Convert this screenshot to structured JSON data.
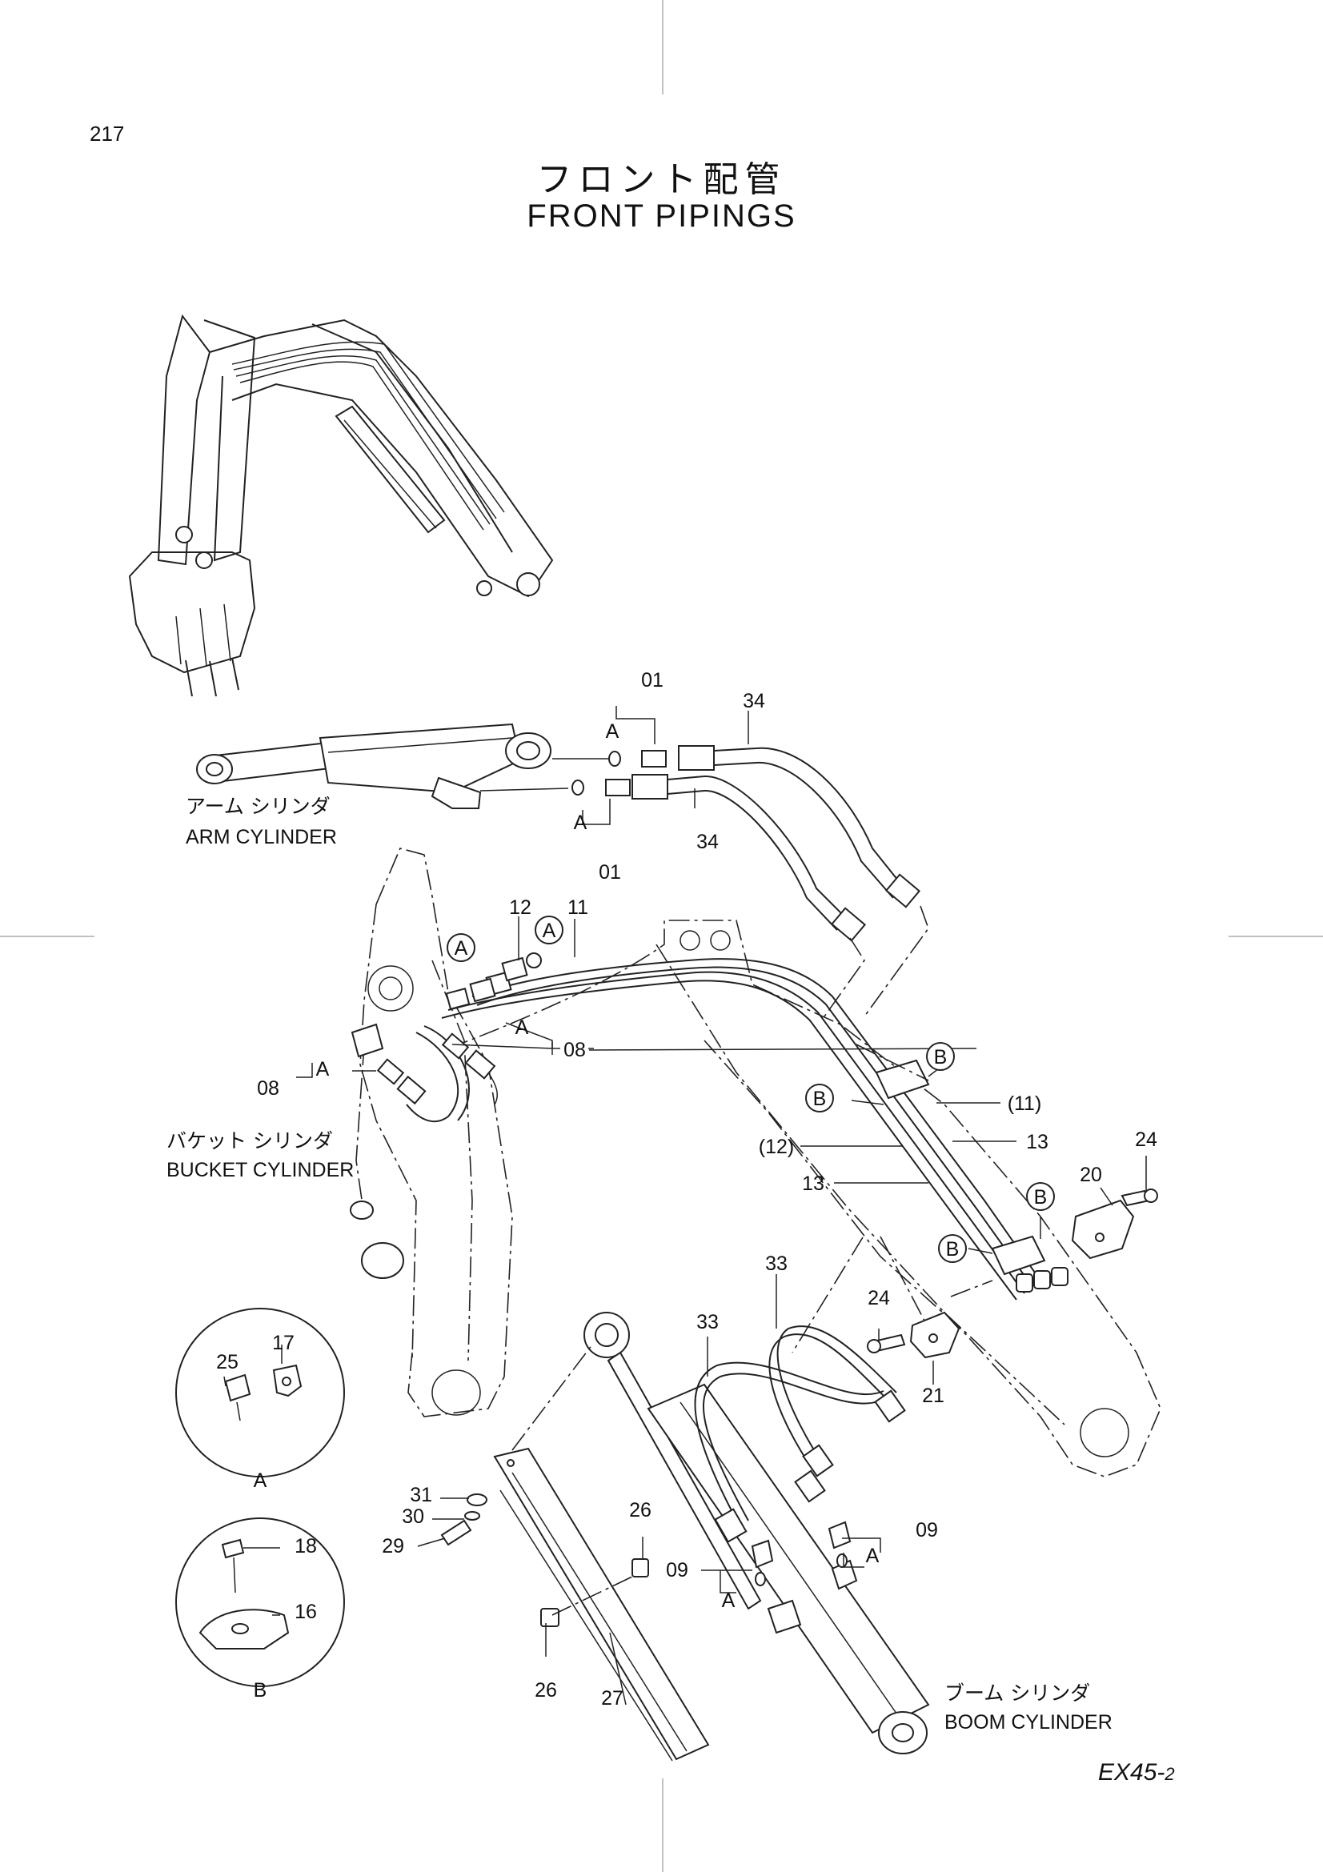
{
  "page": {
    "number": "217",
    "title_jp": "フロント配管",
    "title_en": "FRONT PIPINGS",
    "model_code_main": "EX45-",
    "model_code_sub": "2"
  },
  "cylinders": {
    "arm_jp": "アーム シリンダ",
    "arm_en": "ARM CYLINDER",
    "bucket_jp": "バケット シリンダ",
    "bucket_en": "BUCKET CYLINDER",
    "boom_jp": "ブーム シリンダ",
    "boom_en": "BOOM CYLINDER"
  },
  "detail_labels": {
    "a": "A",
    "b": "B"
  },
  "part_numbers": {
    "p01": "01",
    "p08": "08",
    "p09": "09",
    "p11": "11",
    "p12": "12",
    "p13": "13",
    "p11_ref": "(11)",
    "p12_ref": "(12)",
    "p16": "16",
    "p17": "17",
    "p18": "18",
    "p20": "20",
    "p21": "21",
    "p24": "24",
    "p25": "25",
    "p26": "26",
    "p27": "27",
    "p29": "29",
    "p30": "30",
    "p31": "31",
    "p33": "33",
    "p34": "34"
  }
}
